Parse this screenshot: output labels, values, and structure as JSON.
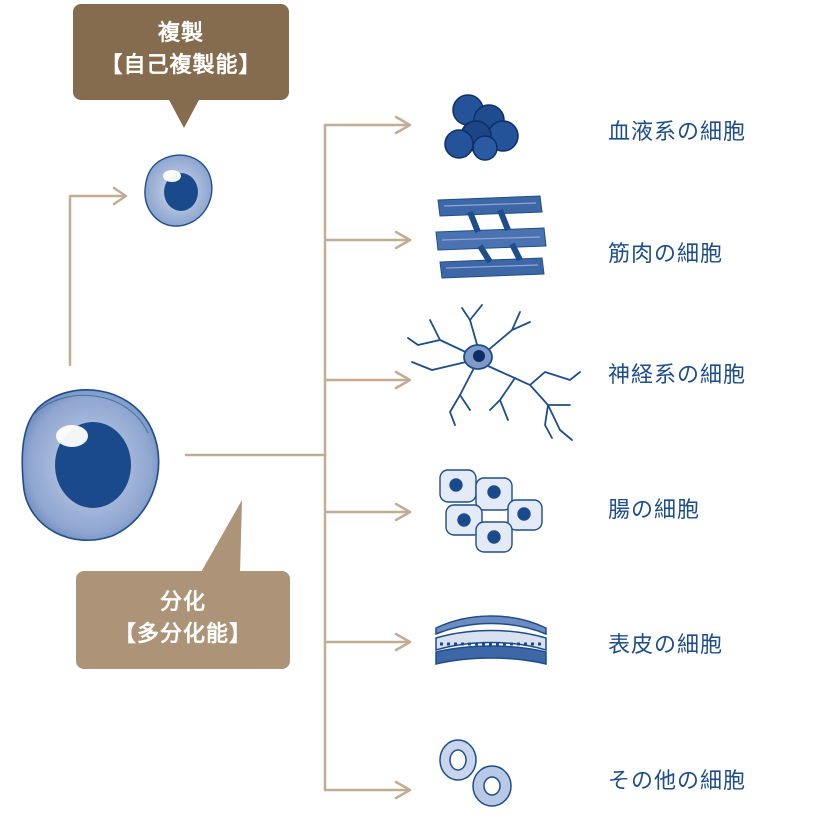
{
  "callouts": {
    "replication": {
      "line1": "複製",
      "line2": "【自己複製能】"
    },
    "differentiation": {
      "line1": "分化",
      "line2": "【多分化能】"
    }
  },
  "cell_types": [
    {
      "label": "血液系の細胞",
      "icon": "blood-cells-icon"
    },
    {
      "label": "筋肉の細胞",
      "icon": "muscle-cells-icon"
    },
    {
      "label": "神経系の細胞",
      "icon": "neuron-icon"
    },
    {
      "label": "腸の細胞",
      "icon": "intestinal-cells-icon"
    },
    {
      "label": "表皮の細胞",
      "icon": "epidermis-cells-icon"
    },
    {
      "label": "その他の細胞",
      "icon": "other-cells-icon"
    }
  ],
  "colors": {
    "cell_blue": "#1d4e8b",
    "cell_light": "#7f9ac7",
    "arrow": "#c2ad93",
    "callout_dark": "#866c4f",
    "callout_light": "#ad9479"
  }
}
